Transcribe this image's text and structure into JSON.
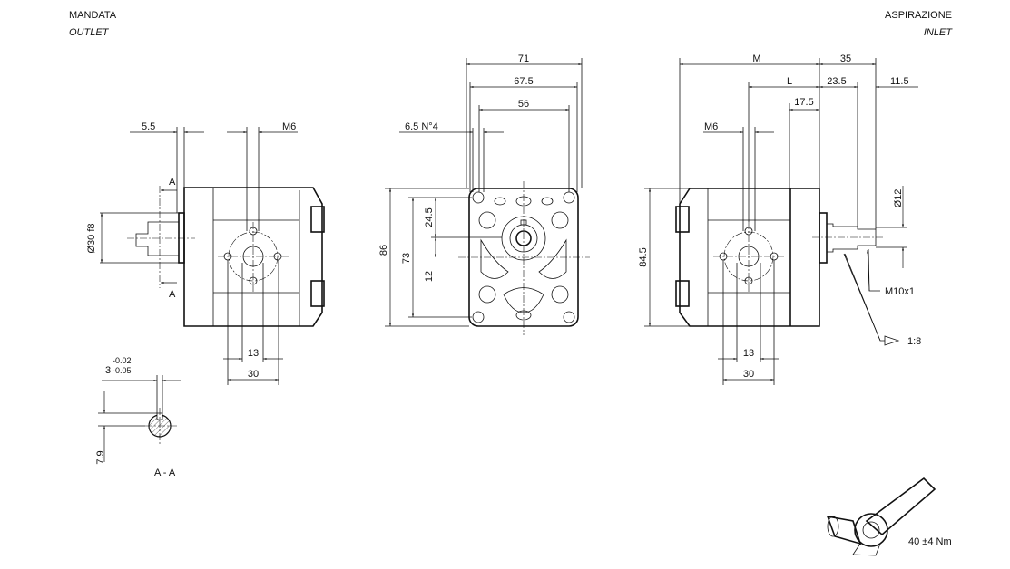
{
  "header": {
    "outlet_it": "MANDATA",
    "outlet_en": "OUTLET",
    "inlet_it": "ASPIRAZIONE",
    "inlet_en": "INLET"
  },
  "left_view": {
    "dim_flange_offset": "5.5",
    "dim_port_thread": "M6",
    "dim_shaft_diameter": "Ø30 f8",
    "dim_port_inner": "13",
    "dim_port_outer": "30",
    "section_marker": "A"
  },
  "section_aa": {
    "key_width": "3",
    "key_tol_upper": "-0.02",
    "key_tol_lower": "-0.05",
    "key_height": "7.9",
    "label": "A - A"
  },
  "front_view": {
    "dim_width_overall": "71",
    "dim_width_holes_outer": "67.5",
    "dim_width_holes": "56",
    "dim_holes": "6.5 N°4",
    "dim_height_overall": "86",
    "dim_height_holes": "73",
    "dim_offset_upper": "24.5",
    "dim_offset_lower": "12"
  },
  "right_view": {
    "dim_m": "M",
    "dim_35": "35",
    "dim_l": "L",
    "dim_23_5": "23.5",
    "dim_11_5": "11.5",
    "dim_17_5": "17.5",
    "dim_port_thread": "M6",
    "dim_height": "84.5",
    "dim_shaft_diameter": "Ø12",
    "dim_port_inner": "13",
    "dim_port_outer": "30",
    "thread_callout": "M10x1",
    "taper_callout": "1:8"
  },
  "torque": {
    "label": "40 ±4 Nm"
  }
}
